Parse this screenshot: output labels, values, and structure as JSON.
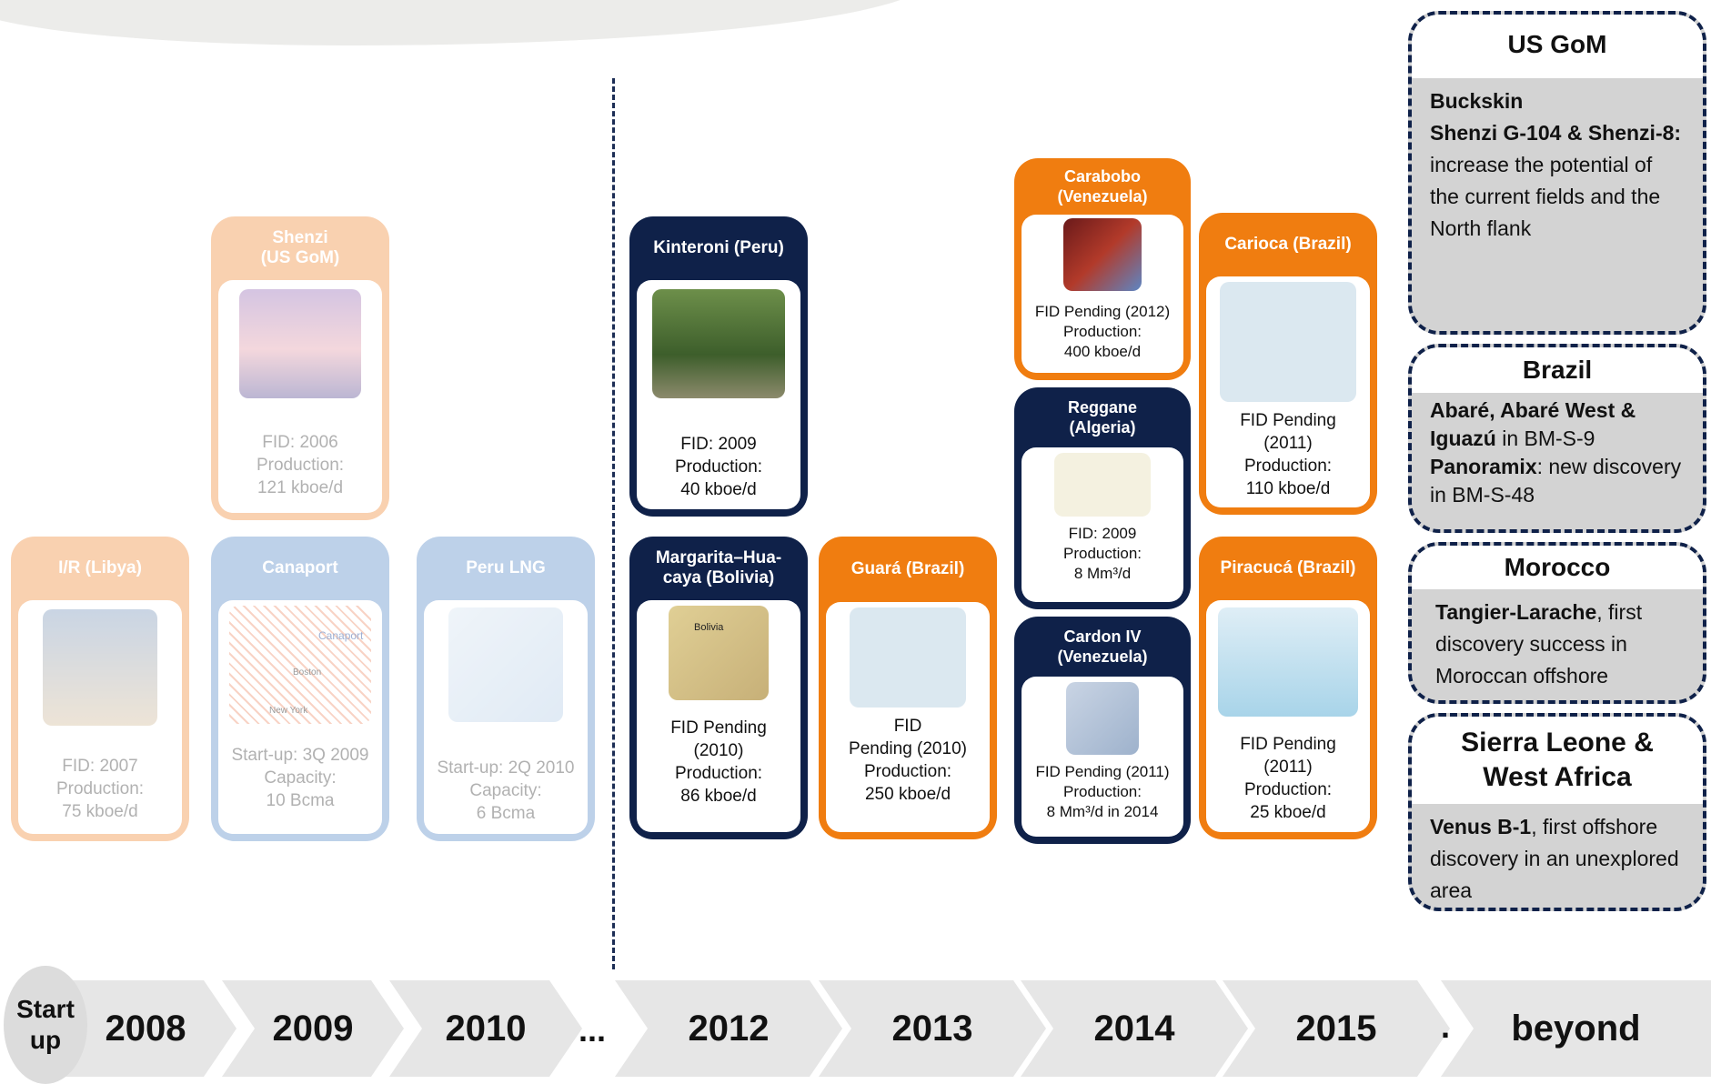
{
  "timeline": {
    "start_label": "Start\nup",
    "years": [
      "2008",
      "2009",
      "2010",
      "2012",
      "2013",
      "2014",
      "2015",
      "beyond"
    ],
    "ellipsis": "...",
    "dot": "."
  },
  "projects": {
    "libya": {
      "name": "I/R (Libya)",
      "info": "FID: 2007\nProduction:\n75 kboe/d"
    },
    "shenzi": {
      "name": "Shenzi\n(US GoM)",
      "info": "FID: 2006\nProduction:\n121 kboe/d"
    },
    "canaport": {
      "name": "Canaport",
      "info": "Start-up: 3Q 2009\nCapacity:\n10 Bcma",
      "map_label_1": "Canaport",
      "map_label_2": "Boston",
      "map_label_3": "New York"
    },
    "peru_lng": {
      "name": "Peru LNG",
      "info": "Start-up: 2Q 2010\nCapacity:\n6 Bcma"
    },
    "kinteroni": {
      "name": "Kinteroni (Peru)",
      "info": "FID: 2009\nProduction:\n40 kboe/d"
    },
    "margarita": {
      "name": "Margarita–Hua-\ncaya (Bolivia)",
      "info": "FID Pending\n(2010)\nProduction:\n86 kboe/d",
      "map_label": "Bolivia"
    },
    "guara": {
      "name": "Guará (Brazil)",
      "info": "FID\nPending (2010)\nProduction:\n250 kboe/d"
    },
    "carabobo": {
      "name": "Carabobo\n(Venezuela)",
      "info": "FID Pending (2012)\nProduction:\n400 kboe/d"
    },
    "reggane": {
      "name": "Reggane\n(Algeria)",
      "info": "FID: 2009\nProduction:\n8 Mm³/d"
    },
    "cardon": {
      "name": "Cardon IV\n(Venezuela)",
      "info": "FID Pending (2011)\nProduction:\n8 Mm³/d in 2014"
    },
    "carioca": {
      "name": "Carioca (Brazil)",
      "info": "FID Pending\n(2011)\nProduction:\n110 kboe/d"
    },
    "piracuca": {
      "name": "Piracucá (Brazil)",
      "info": "FID Pending\n(2011)\nProduction:\n25 kboe/d"
    }
  },
  "panels": {
    "usgom": {
      "title": "US GoM",
      "item1": "Buckskin",
      "item2_bold": "Shenzi G-104 & Shenzi-8:",
      "item2_rest": " increase the potential of the current fields and the North flank"
    },
    "brazil": {
      "title": "Brazil",
      "item1_bold": "Abaré, Abaré West & Iguazú",
      "item1_rest": " in BM-S-9",
      "item2_bold": "Panoramix",
      "item2_rest": ": new discovery in BM-S-48"
    },
    "morocco": {
      "title": "Morocco",
      "item1_bold": "Tangier-Larache",
      "item1_rest": ", first discovery success in Moroccan offshore"
    },
    "sierra": {
      "title": "Sierra Leone & West Africa",
      "item1_bold": "Venus B-1",
      "item1_rest": ", first offshore discovery in an unexplored area"
    }
  },
  "colors": {
    "navy": "#0f2149",
    "orange": "#f07d10",
    "pale_orange": "#f6b98a",
    "pale_blue": "#a9c3e3"
  }
}
